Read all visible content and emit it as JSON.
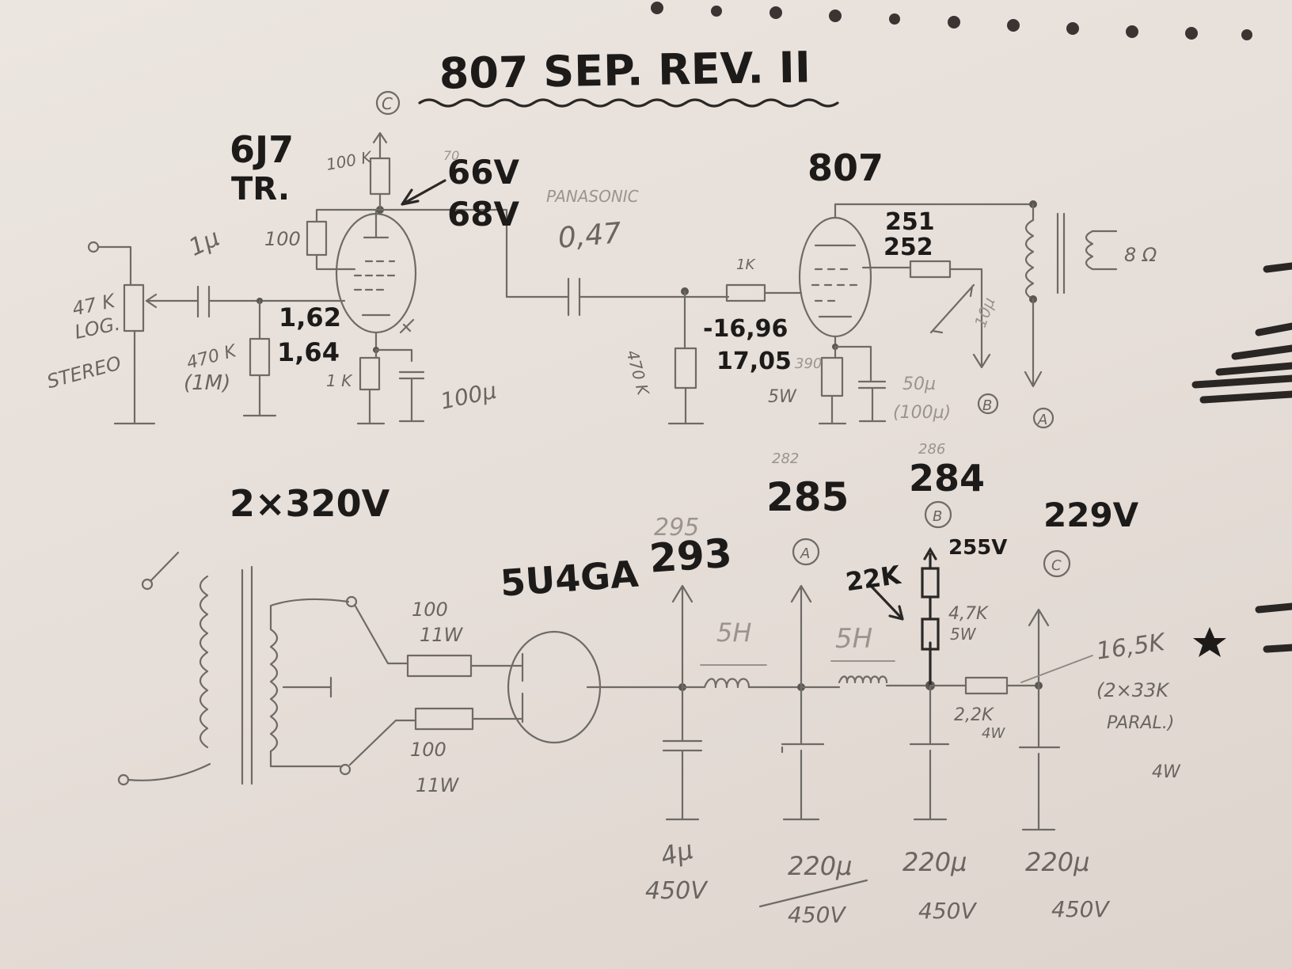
{
  "title": "807 SEP. REV. II",
  "input": {
    "pot": "47 K",
    "pot_taper": "LOG.",
    "pot_note": "STEREO",
    "coupling_cap": "1µ",
    "grid_resistor": "470 K",
    "grid_resistor_alt": "(1M)"
  },
  "driver": {
    "tube": "6J7",
    "tube_mode": "TR.",
    "plate_resistor": "100 K",
    "screen_resistor": "100",
    "plate_v1": "66V",
    "plate_v2": "68V",
    "plate_v_old": "70",
    "cathode_v1": "1,62",
    "cathode_v2": "1,64",
    "cathode_resistor": "1 K",
    "cathode_cap": "100µ",
    "supply_node": "C"
  },
  "coupling": {
    "brand": "PANASONIC",
    "cap": "0,47",
    "grid_stopper": "1K",
    "grid_leak": "470 K"
  },
  "output": {
    "tube": "807",
    "screen_v1": "251",
    "screen_v2": "252",
    "grid_v1": "-16,96",
    "grid_v2": "17,05",
    "cathode_resistor": "390",
    "cathode_resistor_power": "5W",
    "cathode_cap": "50µ",
    "cathode_cap_alt": "(100µ)",
    "screen_cap": "10µ",
    "screen_node": "B",
    "plate_node": "A",
    "speaker": "8 Ω"
  },
  "psu": {
    "transformer": "2×320V",
    "rectifier": "5U4GA",
    "res1": "100",
    "res1_power": "11W",
    "res2": "100",
    "res2_power": "11W",
    "v_rect": "293",
    "v_rect_old": "295",
    "choke1": "5H",
    "choke2": "5H",
    "v_a": "285",
    "v_a_old": "282",
    "v_b": "284",
    "v_b_old": "286",
    "v_b_2": "255V",
    "v_c": "229V",
    "res_22k": "22K",
    "res_47k": "4,7K",
    "res_47k_power": "5W",
    "res_22k_2": "2,2K",
    "res_22k_2_power": "4W",
    "res_165k": "16,5K",
    "res_165k_note": "(2×33K",
    "res_165k_note2": "PARAL.)",
    "res_165k_power": "4W",
    "cap_rect": "4µ",
    "cap_rect_v": "450V",
    "cap_filter1": "220µ",
    "cap_filter1_v": "450V",
    "cap_filter2": "220µ",
    "cap_filter2_v": "450V",
    "cap_filter3": "220µ",
    "cap_filter3_v": "450V",
    "node_a": "A",
    "node_b": "B",
    "node_c": "C"
  },
  "colors": {
    "paper": "#e9e2dc",
    "pencil": "#6e6a66",
    "marker": "#1d1b1a"
  }
}
